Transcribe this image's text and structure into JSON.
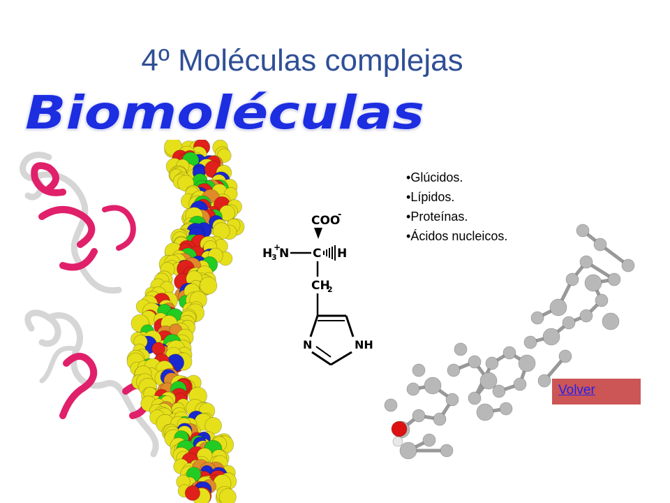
{
  "slide": {
    "title": "4º Moléculas complejas",
    "logo_text": "Biomoléculas",
    "bullets": [
      "Glúcidos.",
      "Lípidos.",
      "Proteínas.",
      "Ácidos nucleicos."
    ],
    "volver_label": "Volver"
  },
  "formula": {
    "carboxyl": "COO",
    "charge": "-",
    "amine": "H",
    "amine_sub": "3",
    "amine_plus": "+",
    "amine_n": "N",
    "alpha_c": "C",
    "alpha_h": "H",
    "methylene": "CH",
    "methylene_sub": "2",
    "ring_n": "N",
    "ring_nh": "NH"
  },
  "colors": {
    "title": "#2f4f96",
    "logo_fill": "#1a2ee0",
    "logo_outline": "#e8e8ff",
    "dna_yellow": "#e6e01a",
    "dna_red": "#e0201a",
    "dna_blue": "#1a28d0",
    "dna_green": "#22cc22",
    "dna_orange": "#e08a2a",
    "ribbon_pink": "#e0206a",
    "ribbon_white": "#e4e4e4",
    "atom_gray": "#b8b8b8",
    "atom_red": "#dd1111",
    "volver_bg": "#cc5555",
    "volver_link": "#2222ee"
  }
}
